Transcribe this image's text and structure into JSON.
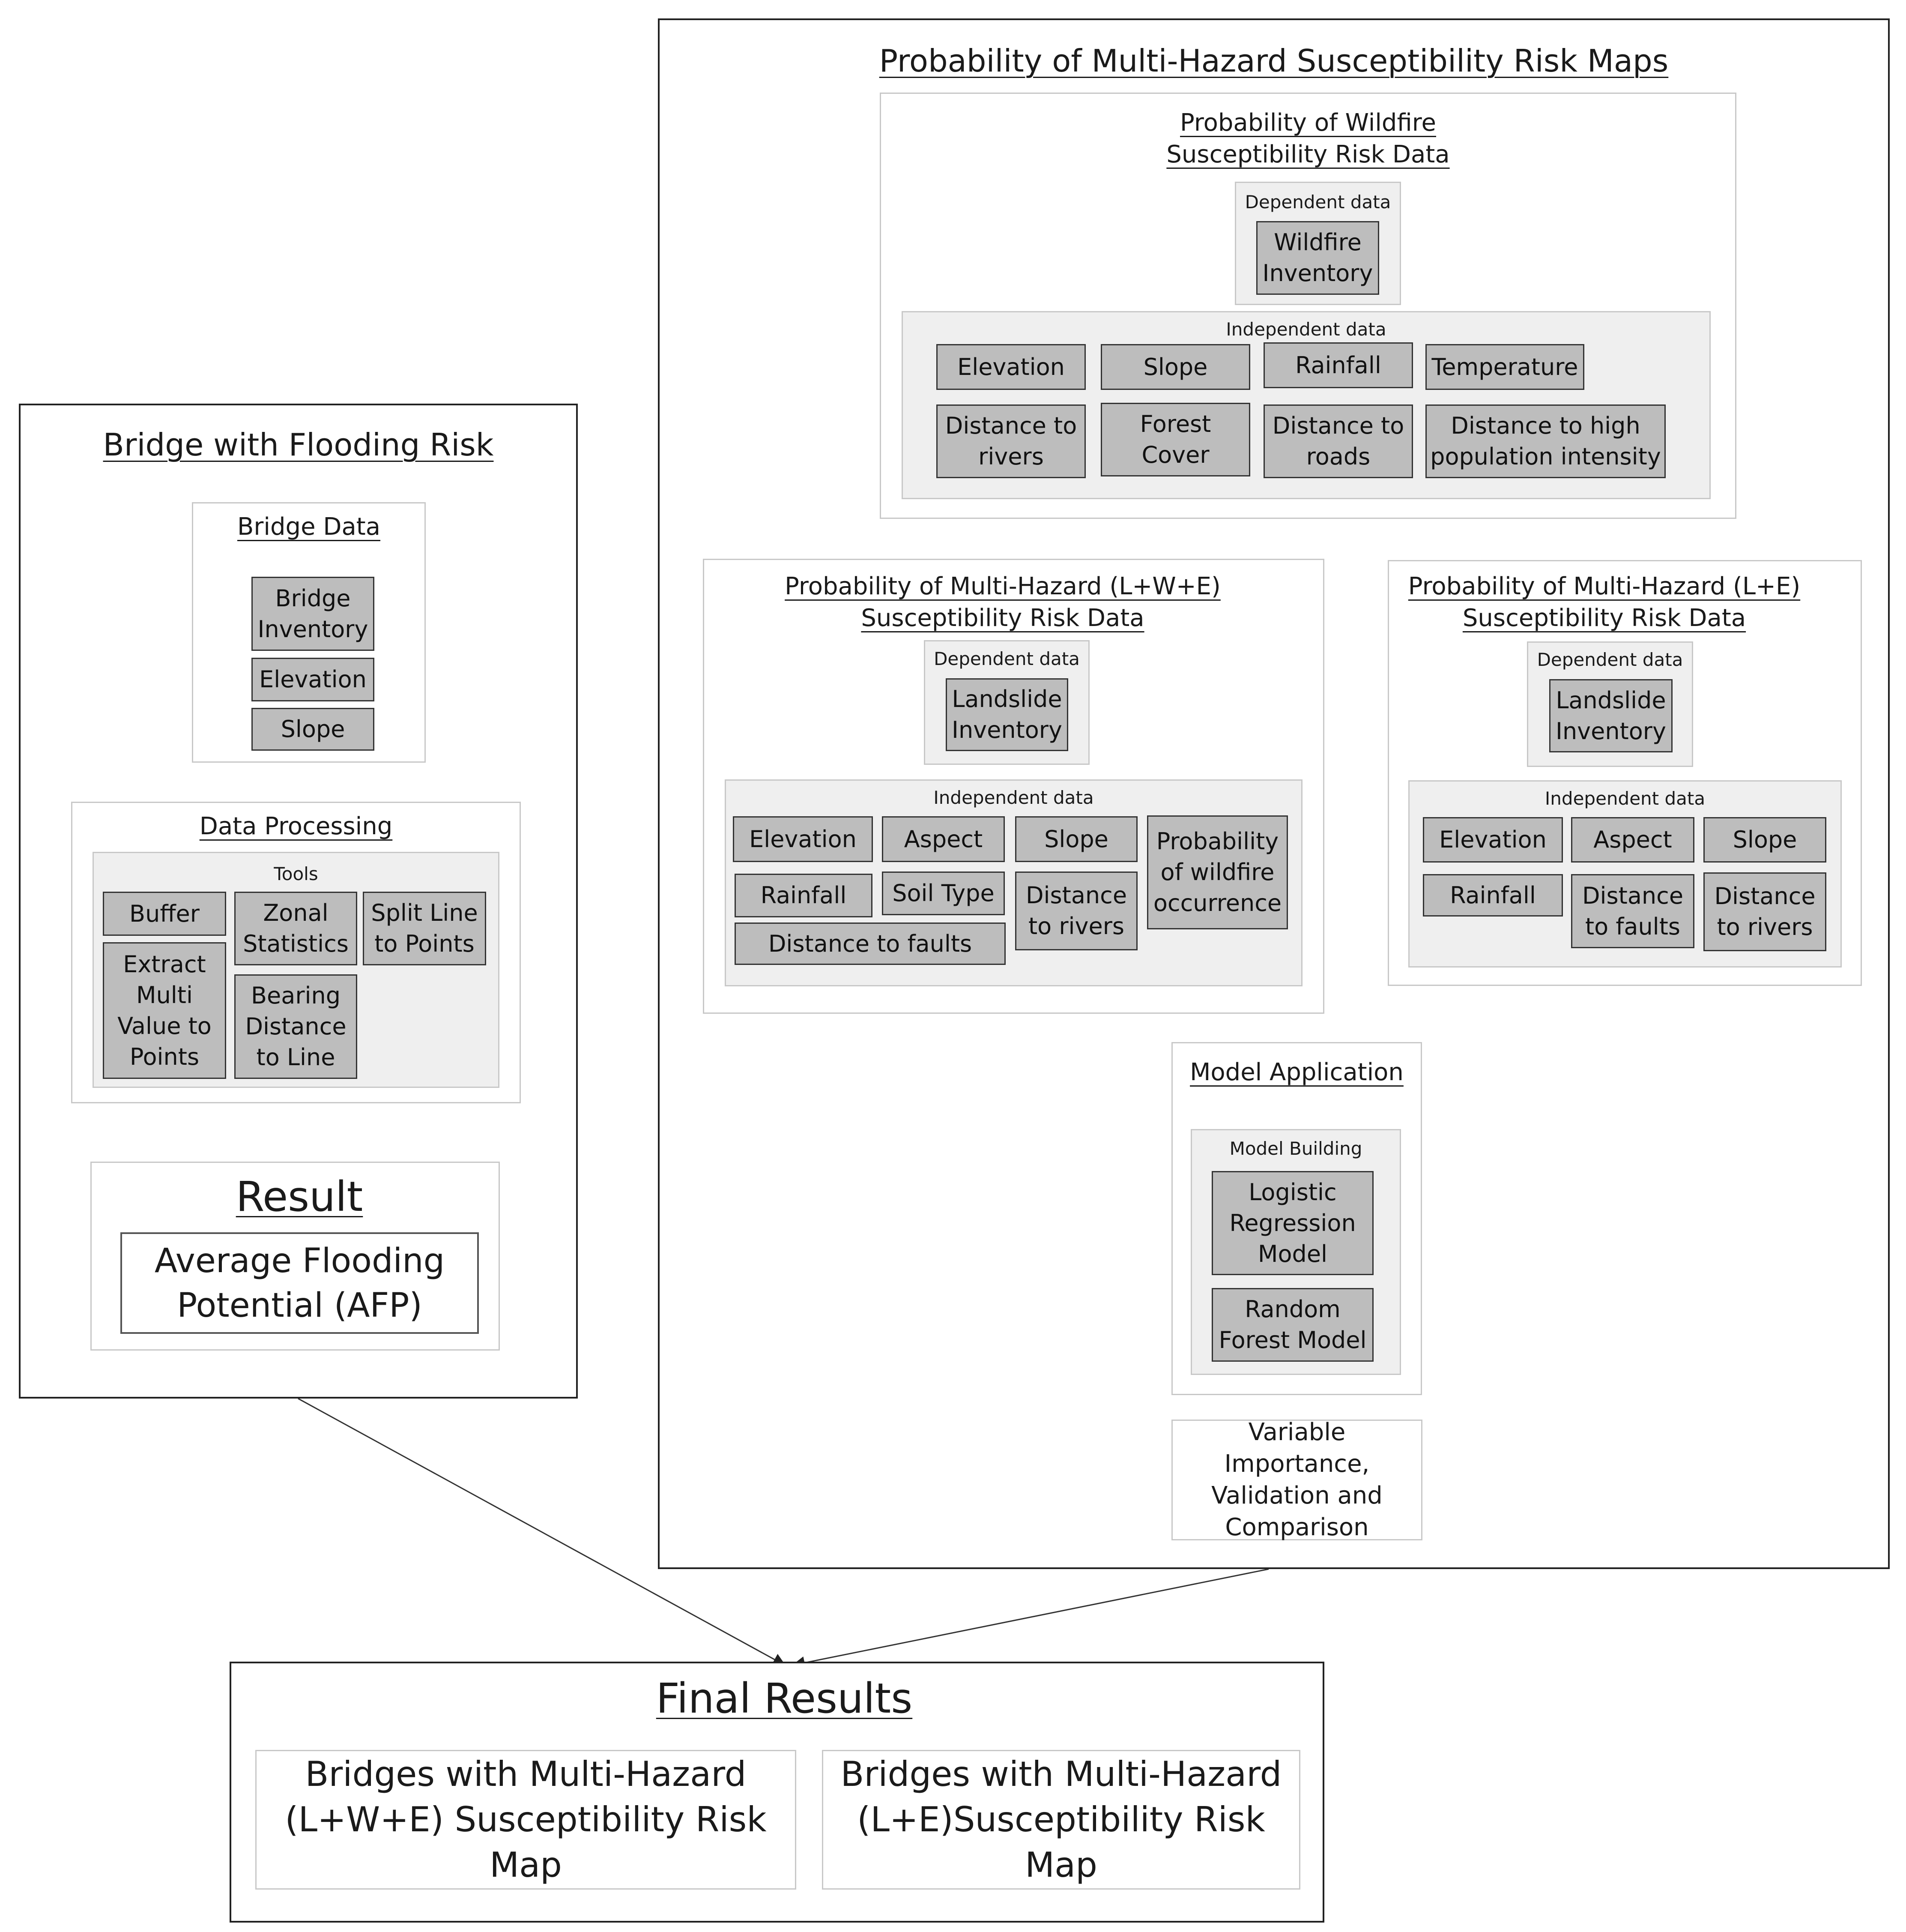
{
  "main_title": "Probability of Multi-Hazard Susceptibility Risk Maps",
  "wildfire": {
    "title": "Probability of Wildfire\nSusceptibility Risk Data",
    "dependent_label": "Dependent data",
    "dependent_item": "Wildfire\nInventory",
    "independent_label": "Independent data",
    "items": [
      "Elevation",
      "Slope",
      "Rainfall",
      "Temperature",
      "Distance to\nrivers",
      "Forest\nCover",
      "Distance to\nroads",
      "Distance to high\npopulation intensity"
    ]
  },
  "lwe": {
    "title": "Probability of Multi-Hazard (L+W+E)\nSusceptibility Risk Data",
    "dependent_label": "Dependent data",
    "dependent_item": "Landslide\nInventory",
    "independent_label": "Independent data",
    "items": [
      "Elevation",
      "Aspect",
      "Slope",
      "Probability\nof wildfire\noccurrence",
      "Rainfall",
      "Soil Type",
      "Distance\nto rivers",
      "Distance to faults"
    ]
  },
  "le": {
    "title": "Probability of Multi-Hazard (L+E)\nSusceptibility Risk Data",
    "dependent_label": "Dependent data",
    "dependent_item": "Landslide\nInventory",
    "independent_label": "Independent data",
    "items": [
      "Elevation",
      "Aspect",
      "Slope",
      "Rainfall",
      "Distance\nto faults",
      "Distance\nto rivers"
    ]
  },
  "model": {
    "title": "Model Application",
    "group_label": "Model Building",
    "items": [
      "Logistic\nRegression\nModel",
      "Random\nForest Model"
    ]
  },
  "variable_importance": "Variable Importance,\nValidation and\nComparison",
  "bridge": {
    "title": "Bridge with Flooding Risk",
    "data_title": "Bridge Data",
    "data_items": [
      "Bridge\nInventory",
      "Elevation",
      "Slope"
    ],
    "processing_title": "Data Processing",
    "tools_label": "Tools",
    "tools": [
      "Buffer",
      "Zonal\nStatistics",
      "Split Line\nto Points",
      "Extract\nMulti\nValue to\nPoints",
      "Bearing\nDistance\nto Line"
    ],
    "result_title": "Result",
    "result_item": "Average Flooding\nPotential (AFP)"
  },
  "final": {
    "title": "Final Results",
    "items": [
      "Bridges with Multi-Hazard\n(L+W+E) Susceptibility Risk Map",
      "Bridges with Multi-Hazard\n(L+E)Susceptibility Risk Map"
    ]
  }
}
